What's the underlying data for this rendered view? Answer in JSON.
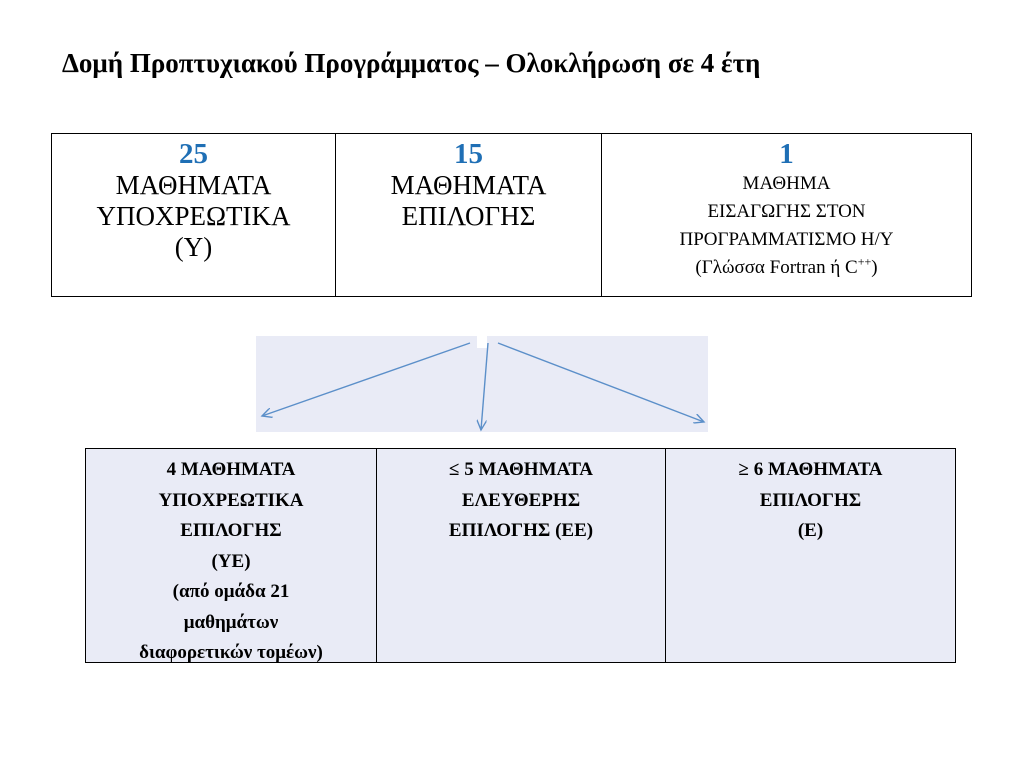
{
  "title": "Δομή Προπτυχιακού Προγράμματος – Ολοκλήρωση σε 4 έτη",
  "top": [
    {
      "number": "25",
      "lines": [
        "ΜΑΘΗΜΑΤΑ",
        "ΥΠΟΧΡΕΩΤΙΚΑ",
        "(Υ)"
      ]
    },
    {
      "number": "15",
      "lines": [
        "ΜΑΘΗΜΑΤΑ",
        "ΕΠΙΛΟΓΗΣ"
      ]
    },
    {
      "number": "1",
      "lines": [
        "ΜΑΘΗΜΑ",
        "ΕΙΣΑΓΩΓΗΣ ΣΤΟΝ",
        "ΠΡΟΓΡΑΜΜΑΤΙΣΜΟ Η/Υ"
      ],
      "note_prefix": "(Γλώσσα Fortran ή C",
      "note_sup": "++",
      "note_suffix": ")"
    }
  ],
  "bottom": [
    {
      "lines": [
        "4 ΜΑΘΗΜΑΤΑ",
        "ΥΠΟΧΡΕΩΤΙΚΑ",
        "ΕΠΙΛΟΓΗΣ",
        "(ΥΕ)",
        "(από ομάδα 21",
        "μαθημάτων",
        "διαφορετικών τομέων)"
      ]
    },
    {
      "lines": [
        "≤ 5 ΜΑΘΗΜΑΤΑ",
        "ΕΛΕΥΘΕΡΗΣ",
        "ΕΠΙΛΟΓΗΣ (ΕΕ)"
      ]
    },
    {
      "lines": [
        "≥ 6 ΜΑΘΗΜΑΤΑ",
        "ΕΠΙΛΟΓΗΣ",
        "(Ε)"
      ]
    }
  ],
  "colors": {
    "accent_number": "#1f6fb5",
    "panel_bg": "#e9ebf6",
    "arrow": "#5b8fc9"
  }
}
